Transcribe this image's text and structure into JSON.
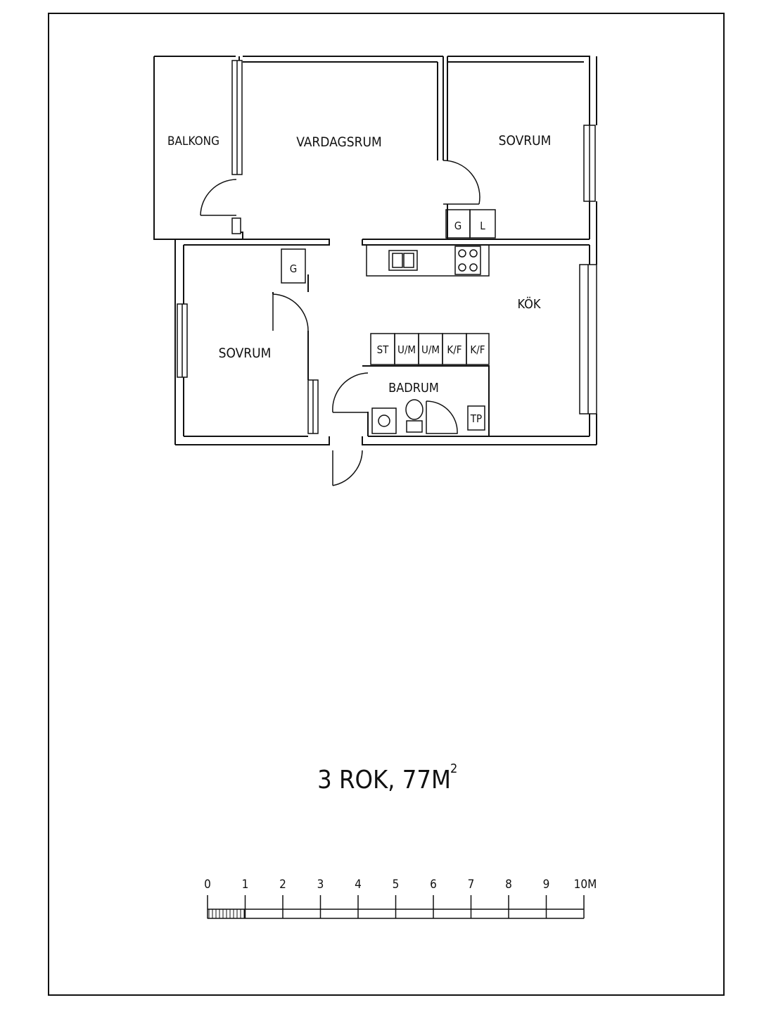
{
  "rooms": {
    "balkong": "BALKONG",
    "vardagsrum": "VARDAGSRUM",
    "sovrum_top": "SOVRUM",
    "sovrum_left": "SOVRUM",
    "kok": "KÖK",
    "badrum": "BADRUM"
  },
  "fixtures": {
    "g_top": "G",
    "l_top": "L",
    "g_left": "G",
    "st": "ST",
    "um1": "U/M",
    "um2": "U/M",
    "kf1": "K/F",
    "kf2": "K/F",
    "tp": "TP"
  },
  "title": {
    "text": "3 ROK, 77M",
    "sup": "2"
  },
  "scale": {
    "labels": [
      "0",
      "1",
      "2",
      "3",
      "4",
      "5",
      "6",
      "7",
      "8",
      "9",
      "10M"
    ]
  }
}
